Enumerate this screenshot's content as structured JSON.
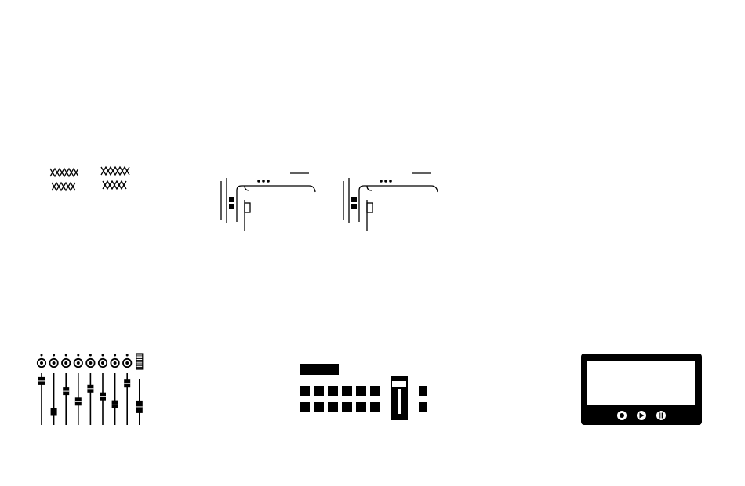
{
  "colors": {
    "ink": "#000000",
    "background": "#ffffff",
    "screen": "#ffffff"
  },
  "icons": [
    {
      "name": "crossed-wires-icon"
    },
    {
      "name": "crossed-wires-icon"
    },
    {
      "name": "device-outline-icon"
    },
    {
      "name": "device-outline-icon"
    },
    {
      "name": "audio-mixer-icon",
      "channels": 8,
      "fader_levels": [
        0.15,
        0.75,
        0.35,
        0.55,
        0.3,
        0.45,
        0.6,
        0.2,
        0.65
      ]
    },
    {
      "name": "video-switcher-icon",
      "button_rows": 2,
      "buttons_per_row": 6
    },
    {
      "name": "media-monitor-icon",
      "controls": [
        "record-icon",
        "play-icon",
        "pause-icon"
      ]
    }
  ]
}
